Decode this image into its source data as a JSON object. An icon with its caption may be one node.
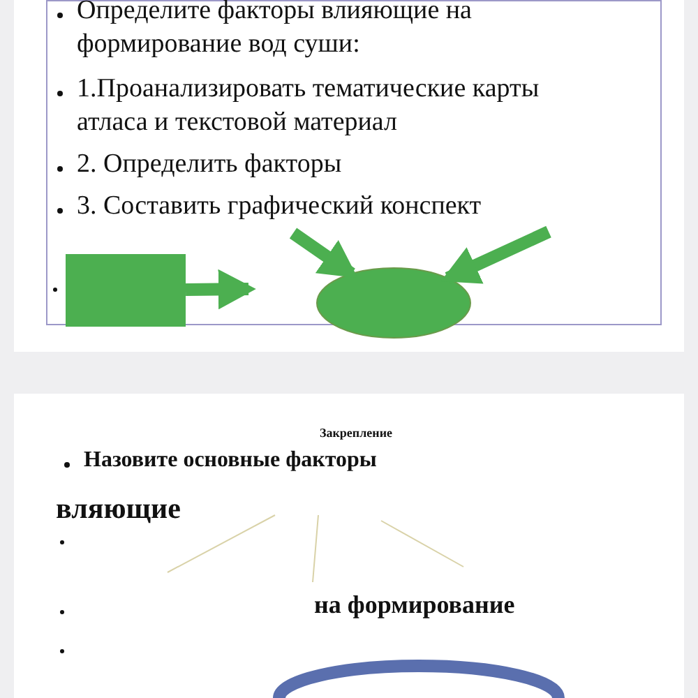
{
  "diagram": {
    "nodes": [
      {
        "text": [],
        "shape": "box"
      },
      {
        "text": [],
        "shape": "circle"
      },
      {
        "text": [],
        "shape": "circle"
      }
    ],
    "edges": [
      {
        "from": 0,
        "to": null,
        "arrow": "to"
      },
      {
        "from": null,
        "to": 1,
        "arrow": "to"
      },
      {
        "from": null,
        "to": 1,
        "arrow": "to"
      }
    ],
    "labels": [
      "Определите факторы влияющие на формирование вод суши:",
      "1.Проанализировать тематические карты атласа и текстовой материал",
      "2. Определить факторы",
      "3. Составить графический конспект",
      "Закрепление",
      "Назовите основные факторы",
      "вляющие",
      "на формирование"
    ]
  }
}
